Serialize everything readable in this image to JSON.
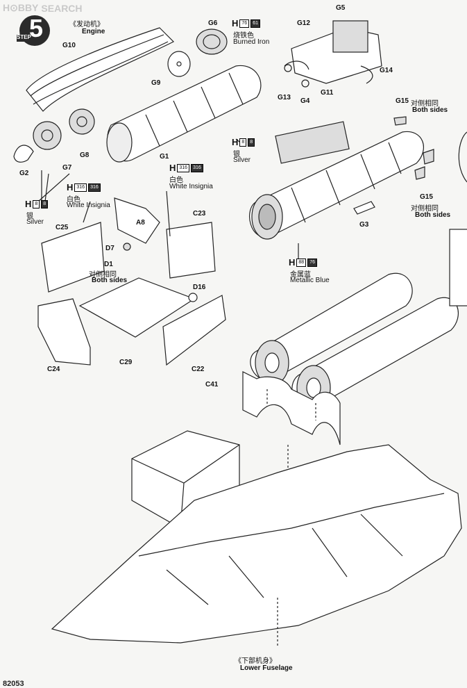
{
  "watermark": {
    "logo": "H⊙BBY",
    "text": "SEARCH"
  },
  "step": {
    "label": "STEP",
    "number": "5"
  },
  "engine_title": {
    "cn": "《发动机》",
    "en": "Engine"
  },
  "parts": {
    "g10": "G10",
    "g6": "G6",
    "g9": "G9",
    "g2": "G2",
    "g7": "G7",
    "g8": "G8",
    "g1": "G1",
    "g5": "G5",
    "g12": "G12",
    "g14": "G14",
    "g13": "G13",
    "g4": "G4",
    "g11": "G11",
    "g15_top": "G15",
    "g15_bottom": "G15",
    "g3": "G3",
    "a8": "A8",
    "c25": "C25",
    "c23": "C23",
    "d7": "D7",
    "d1": "D1",
    "d16": "D16",
    "c24": "C24",
    "c29": "C29",
    "c22": "C22",
    "c41": "C41"
  },
  "paints": {
    "burned_iron": {
      "h": "H",
      "code1": "76",
      "code2": "61",
      "cn": "烧铁色",
      "en": "Burned Iron"
    },
    "white_insignia_top": {
      "h": "H",
      "code1": "316",
      "code2": "316",
      "cn": "白色",
      "en": "White Insignia"
    },
    "white_insignia_mid": {
      "h": "H",
      "code1": "316",
      "code2": "316",
      "cn": "白色",
      "en": "White Insignia"
    },
    "silver_left": {
      "h": "H",
      "code1": "8",
      "code2": "8",
      "cn": "银",
      "en": "Silver"
    },
    "silver_right": {
      "h": "H",
      "code1": "8",
      "code2": "8",
      "cn": "银",
      "en": "Silver"
    },
    "metallic_blue": {
      "h": "H",
      "code1": "88",
      "code2": "76",
      "cn": "金属蓝",
      "en": "Metallic Blue"
    }
  },
  "notes": {
    "both_sides_top": {
      "cn": "对侧相同",
      "en": "Both sides"
    },
    "both_sides_right": {
      "cn": "对侧相同",
      "en": "Both sides"
    },
    "both_sides_left": {
      "cn": "对侧相同",
      "en": "Both sides"
    }
  },
  "lower_fuselage": {
    "cn": "《下部机身》",
    "en": "Lower Fuselage"
  },
  "page_number": "82053"
}
